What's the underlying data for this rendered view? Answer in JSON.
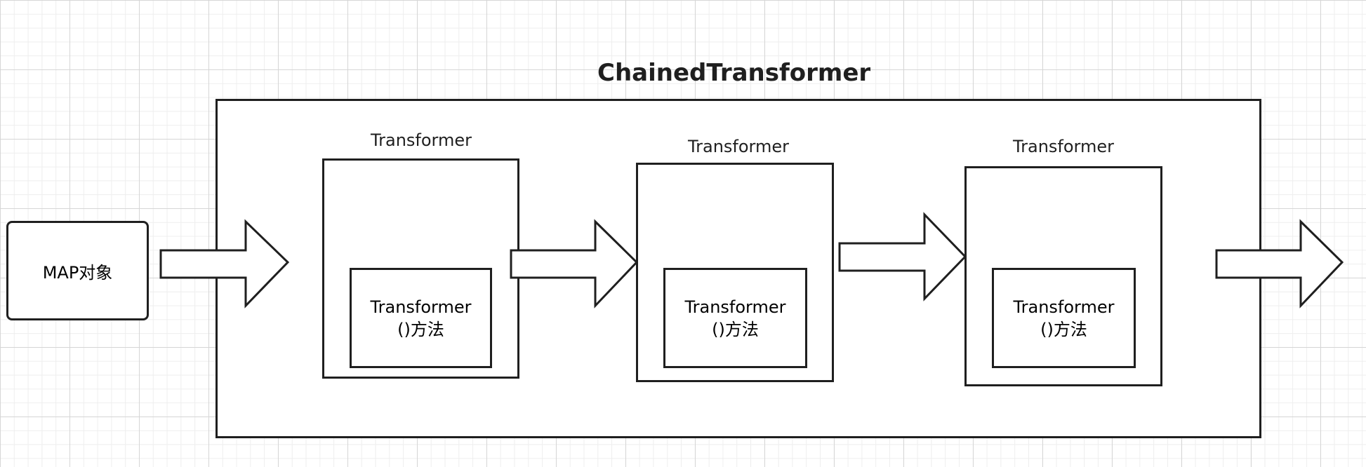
{
  "diagram": {
    "title": "ChainedTransformer",
    "input": {
      "label": "MAP对象"
    },
    "transformers": [
      {
        "caption": "Transformer",
        "method_line1": "Transformer",
        "method_line2": "()方法"
      },
      {
        "caption": "Transformer",
        "method_line1": "Transformer",
        "method_line2": "()方法"
      },
      {
        "caption": "Transformer",
        "method_line1": "Transformer",
        "method_line2": "()方法"
      }
    ]
  },
  "colors": {
    "stroke": "#1f1f1f",
    "fill": "#ffffff",
    "grid": "#d6d6d6"
  }
}
